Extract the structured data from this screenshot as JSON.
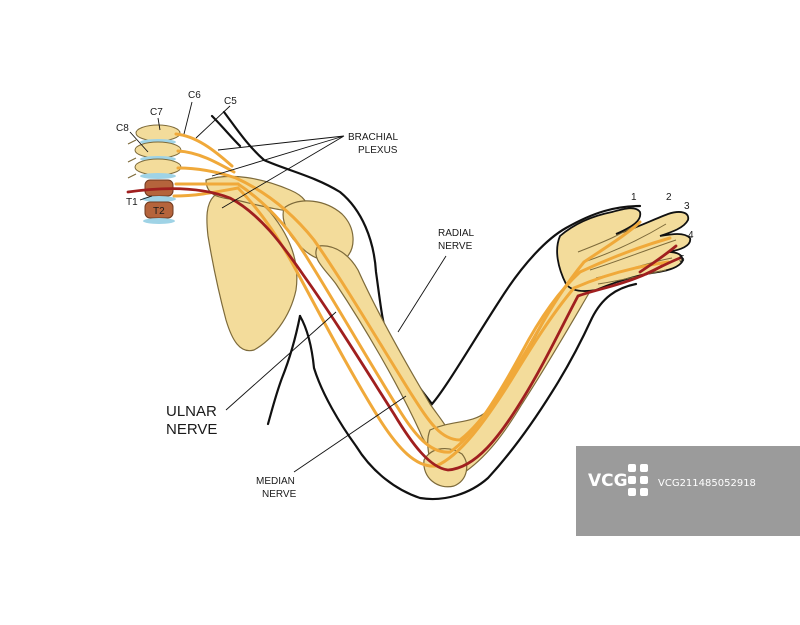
{
  "vertebrae": [
    "C5",
    "C6",
    "C7",
    "C8",
    "T1",
    "T2"
  ],
  "labels": {
    "brachial_plexus": [
      "BRACHIAL",
      "PLEXUS"
    ],
    "radial_nerve": [
      "RADIAL",
      "NERVE"
    ],
    "ulnar_nerve": [
      "ULNAR",
      "NERVE"
    ],
    "median_nerve": [
      "MEDIAN",
      "NERVE"
    ]
  },
  "fingers": [
    "1",
    "2",
    "3",
    "4",
    "5"
  ],
  "watermark": {
    "logo_text": "VCG",
    "id_text": "VCG211485052918"
  },
  "colors": {
    "bone": "#f3dc9b",
    "bone_outline": "#7d6a3a",
    "nerve": "#f0a93a",
    "artery": "#a01f1f",
    "vertebral_body": "#b5643c",
    "disc": "#9fd3e6",
    "outline": "#111111",
    "watermark_bg": "#8a8a8a"
  }
}
